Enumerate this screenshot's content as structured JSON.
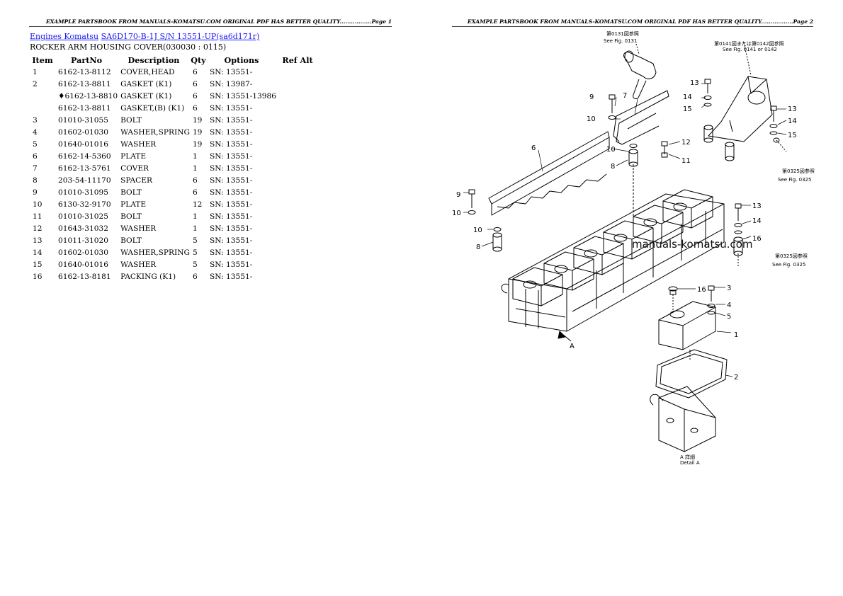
{
  "header": {
    "page1": "EXAMPLE PARTSBOOK FROM MANUALS-KOMATSU.COM ORIGINAL PDF HAS BETTER QUALITY.................Page 1",
    "page2": "EXAMPLE PARTSBOOK FROM MANUALS-KOMATSU.COM ORIGINAL PDF HAS BETTER QUALITY.................Page 2"
  },
  "breadcrumb": {
    "link1": "Engines Komatsu",
    "link2": "SA6D170-B-1J S/N 13551-UP(sa6d171r)"
  },
  "section_title": "ROCKER ARM HOUSING COVER(030030 : 0115)",
  "table": {
    "headers": [
      "Item",
      "PartNo",
      "Description",
      "Qty",
      "Options",
      "Ref Alt"
    ],
    "rows": [
      {
        "item": "1",
        "part": "6162-13-8112",
        "desc": "COVER,HEAD",
        "qty": "6",
        "opt": "SN: 13551-",
        "alt": ""
      },
      {
        "item": "2",
        "part": "6162-13-8811",
        "desc": "GASKET (K1)",
        "qty": "6",
        "opt": "SN: 13987-",
        "alt": ""
      },
      {
        "item": "",
        "part": "♦6162-13-8810",
        "desc": "GASKET (K1)",
        "qty": "6",
        "opt": "SN: 13551-13986",
        "alt": ""
      },
      {
        "item": "",
        "part": "6162-13-8811",
        "desc": "GASKET,(B) (K1)",
        "qty": "6",
        "opt": "SN: 13551-",
        "alt": ""
      },
      {
        "item": "3",
        "part": "01010-31055",
        "desc": "BOLT",
        "qty": "19",
        "opt": "SN: 13551-",
        "alt": ""
      },
      {
        "item": "4",
        "part": "01602-01030",
        "desc": "WASHER,SPRING",
        "qty": "19",
        "opt": "SN: 13551-",
        "alt": ""
      },
      {
        "item": "5",
        "part": "01640-01016",
        "desc": "WASHER",
        "qty": "19",
        "opt": "SN: 13551-",
        "alt": ""
      },
      {
        "item": "6",
        "part": "6162-14-5360",
        "desc": "PLATE",
        "qty": "1",
        "opt": "SN: 13551-",
        "alt": ""
      },
      {
        "item": "7",
        "part": "6162-13-5761",
        "desc": "COVER",
        "qty": "1",
        "opt": "SN: 13551-",
        "alt": ""
      },
      {
        "item": "8",
        "part": "203-54-11170",
        "desc": "SPACER",
        "qty": "6",
        "opt": "SN: 13551-",
        "alt": ""
      },
      {
        "item": "9",
        "part": "01010-31095",
        "desc": "BOLT",
        "qty": "6",
        "opt": "SN: 13551-",
        "alt": ""
      },
      {
        "item": "10",
        "part": "6130-32-9170",
        "desc": "PLATE",
        "qty": "12",
        "opt": "SN: 13551-",
        "alt": ""
      },
      {
        "item": "11",
        "part": "01010-31025",
        "desc": "BOLT",
        "qty": "1",
        "opt": "SN: 13551-",
        "alt": ""
      },
      {
        "item": "12",
        "part": "01643-31032",
        "desc": "WASHER",
        "qty": "1",
        "opt": "SN: 13551-",
        "alt": ""
      },
      {
        "item": "13",
        "part": "01011-31020",
        "desc": "BOLT",
        "qty": "5",
        "opt": "SN: 13551-",
        "alt": ""
      },
      {
        "item": "14",
        "part": "01602-01030",
        "desc": "WASHER,SPRING",
        "qty": "5",
        "opt": "SN: 13551-",
        "alt": ""
      },
      {
        "item": "15",
        "part": "01640-01016",
        "desc": "WASHER",
        "qty": "5",
        "opt": "SN: 13551-",
        "alt": ""
      },
      {
        "item": "16",
        "part": "6162-13-8181",
        "desc": "PACKING (K1)",
        "qty": "6",
        "opt": "SN: 13551-",
        "alt": ""
      }
    ]
  },
  "diagram": {
    "callouts": {
      "n1": "1",
      "n2": "2",
      "n3": "3",
      "n4": "4",
      "n5": "5",
      "n6": "6",
      "n7": "7",
      "n8a": "8",
      "n8b": "8",
      "n9a": "9",
      "n9b": "9",
      "n10a": "10",
      "n10b": "10",
      "n10c": "10",
      "n11": "11",
      "n12": "12",
      "n13a": "13",
      "n13b": "13",
      "n13c": "13",
      "n14a": "14",
      "n14b": "14",
      "n14c": "14",
      "n15a": "15",
      "n15b": "15",
      "n16a": "16",
      "n16b": "16",
      "arrowA": "A"
    },
    "notes": {
      "fig0131_a": "第0131図参照",
      "fig0131_b": "See Fig. 0131",
      "fig0141_a": "第0141図または第0142図参照",
      "fig0141_b": "See Fig. 0141 or 0142",
      "fig0325a_a": "第0325図参照",
      "fig0325a_b": "See Fig. 0325",
      "fig0325b_a": "第0325図参照",
      "fig0325b_b": "See Fig. 0325",
      "detail_a": "A 詳細",
      "detail_b": "Detail A"
    },
    "watermark": "manuals-komatsu.com"
  }
}
